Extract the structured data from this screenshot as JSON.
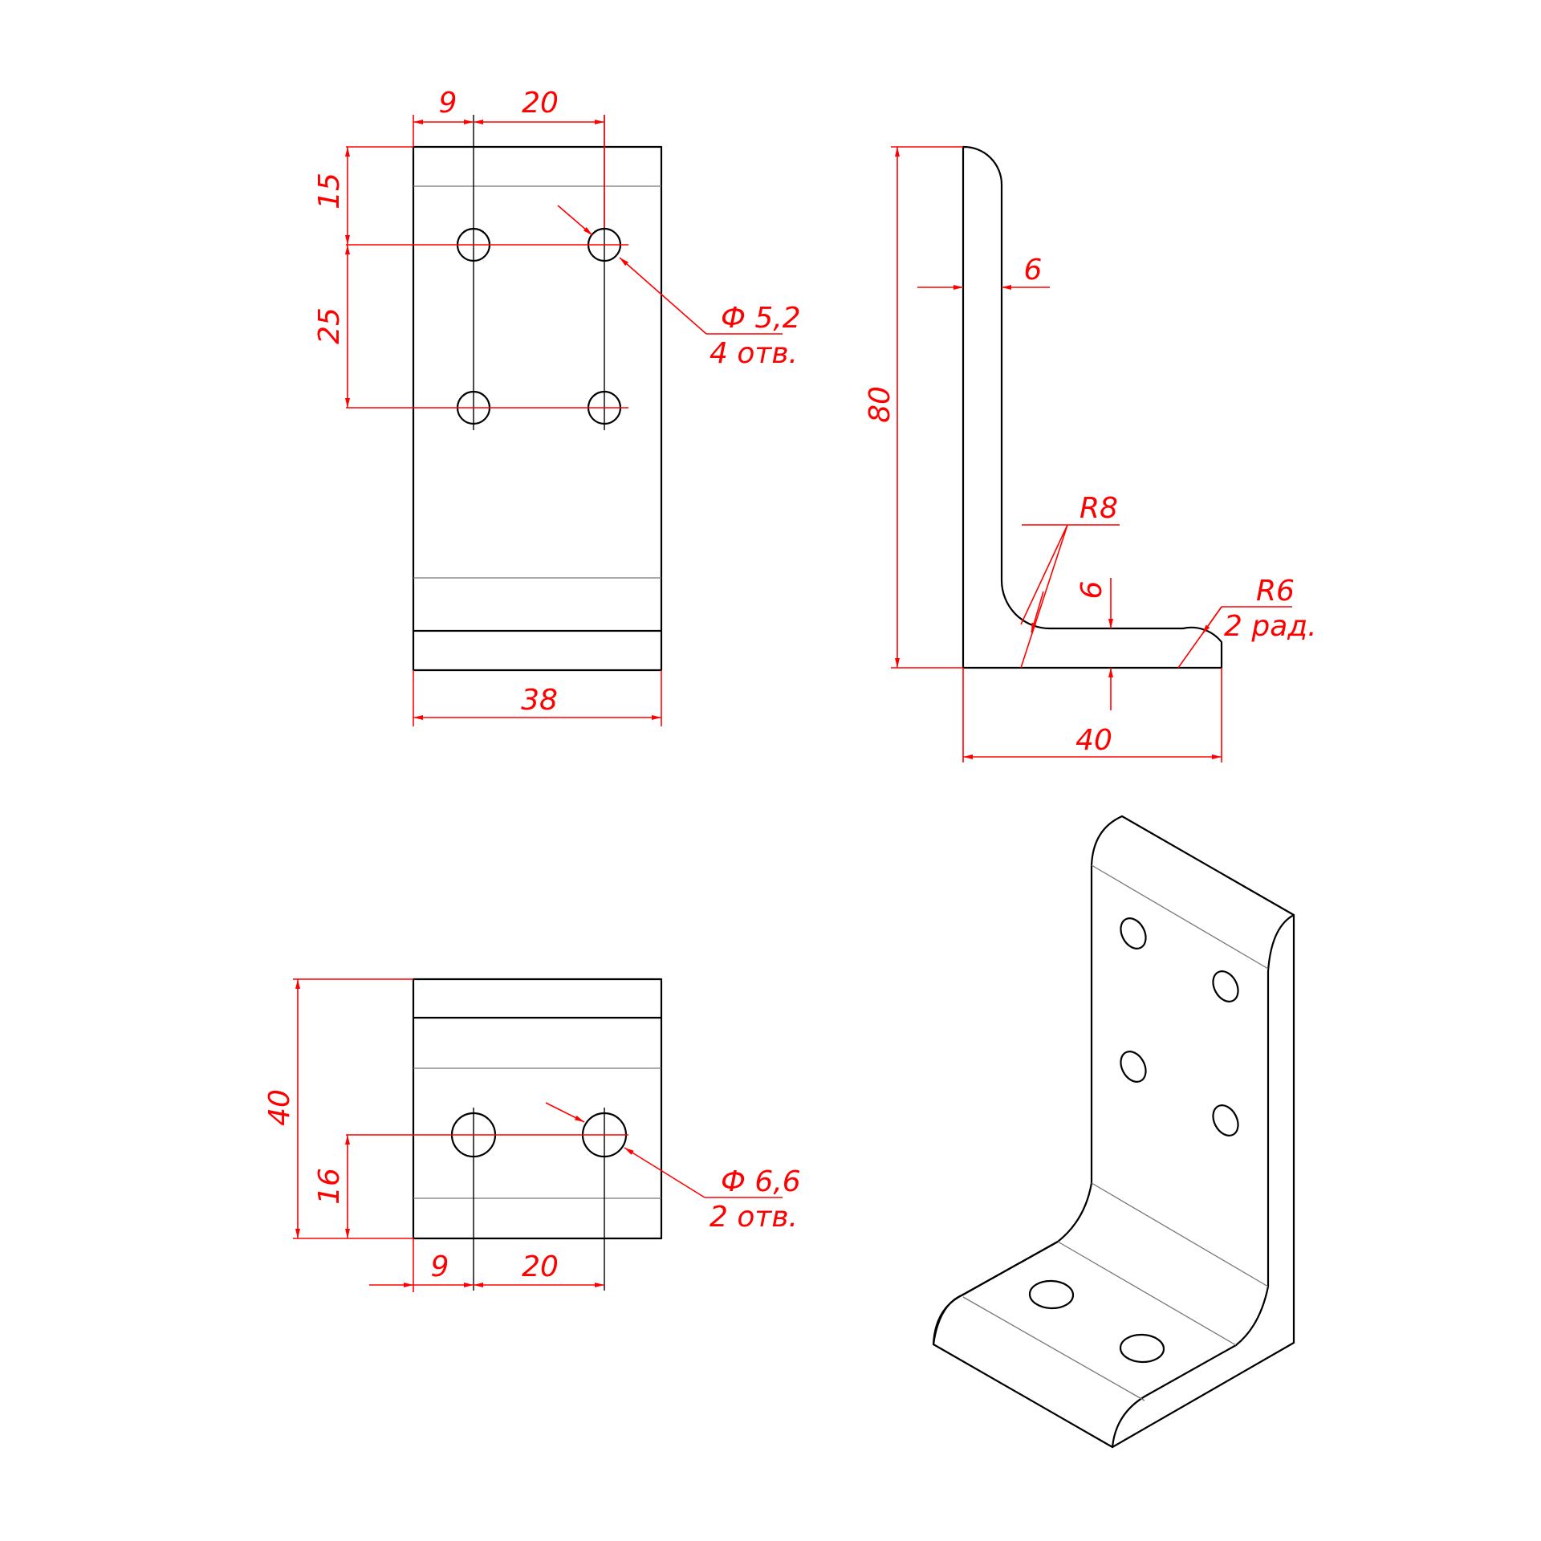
{
  "front_view": {
    "dim_hole_edge": "9",
    "dim_hole_spacing": "20",
    "dim_top_offset": "15",
    "dim_vertical_spacing": "25",
    "dim_width": "38",
    "hole_diameter": "Ф 5,2",
    "hole_count": "4 отв."
  },
  "side_view": {
    "dim_thickness_vertical": "6",
    "dim_height": "80",
    "dim_inner_radius": "R8",
    "dim_thickness_horizontal": "6",
    "dim_outer_radius": "R6",
    "dim_radius_count": "2 рад.",
    "dim_length": "40"
  },
  "top_view": {
    "dim_depth": "40",
    "dim_hole_offset": "16",
    "dim_hole_edge": "9",
    "dim_hole_spacing": "20",
    "hole_diameter": "Ф 6,6",
    "hole_count": "2 отв."
  },
  "colors": {
    "dimension": "#ff0000",
    "object": "#000000"
  }
}
